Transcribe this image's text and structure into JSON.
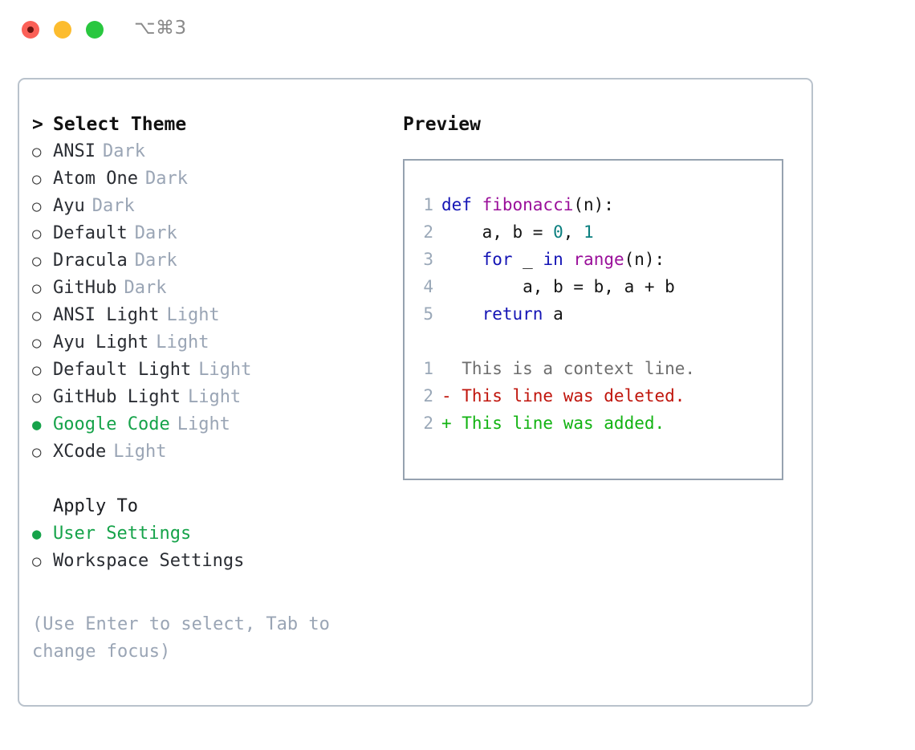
{
  "window": {
    "shortcut_label": "⌥⌘3",
    "traffic_lights": [
      "close-light",
      "minimize-light",
      "maximize-light"
    ]
  },
  "theme_picker": {
    "caret": ">",
    "heading": "Select Theme",
    "bullet_selected": "●",
    "bullet_unselected": "○",
    "items": [
      {
        "name": "ANSI",
        "variant": "Dark",
        "selected": false
      },
      {
        "name": "Atom One",
        "variant": "Dark",
        "selected": false
      },
      {
        "name": "Ayu",
        "variant": "Dark",
        "selected": false
      },
      {
        "name": "Default",
        "variant": "Dark",
        "selected": false
      },
      {
        "name": "Dracula",
        "variant": "Dark",
        "selected": false
      },
      {
        "name": "GitHub",
        "variant": "Dark",
        "selected": false
      },
      {
        "name": "ANSI Light",
        "variant": "Light",
        "selected": false
      },
      {
        "name": "Ayu Light",
        "variant": "Light",
        "selected": false
      },
      {
        "name": "Default Light",
        "variant": "Light",
        "selected": false
      },
      {
        "name": "GitHub Light",
        "variant": "Light",
        "selected": false
      },
      {
        "name": "Google Code",
        "variant": "Light",
        "selected": true
      },
      {
        "name": "XCode",
        "variant": "Light",
        "selected": false
      }
    ]
  },
  "apply_to": {
    "heading": "Apply To",
    "items": [
      {
        "label": "User Settings",
        "selected": true
      },
      {
        "label": "Workspace Settings",
        "selected": false
      }
    ]
  },
  "hint": "(Use Enter to select, Tab to change focus)",
  "preview": {
    "title": "Preview",
    "code_lines": [
      {
        "number": "1",
        "tokens": [
          {
            "text": "def ",
            "kind": "kw"
          },
          {
            "text": "fibonacci",
            "kind": "fn"
          },
          {
            "text": "(n):",
            "kind": "plain"
          }
        ]
      },
      {
        "number": "2",
        "tokens": [
          {
            "text": "    a, b = ",
            "kind": "plain"
          },
          {
            "text": "0",
            "kind": "num"
          },
          {
            "text": ", ",
            "kind": "plain"
          },
          {
            "text": "1",
            "kind": "num"
          }
        ]
      },
      {
        "number": "3",
        "tokens": [
          {
            "text": "    ",
            "kind": "plain"
          },
          {
            "text": "for",
            "kind": "kw"
          },
          {
            "text": " _ ",
            "kind": "plain"
          },
          {
            "text": "in",
            "kind": "kw"
          },
          {
            "text": " ",
            "kind": "plain"
          },
          {
            "text": "range",
            "kind": "fn"
          },
          {
            "text": "(n):",
            "kind": "plain"
          }
        ]
      },
      {
        "number": "4",
        "tokens": [
          {
            "text": "        a, b = b, a + b",
            "kind": "plain"
          }
        ]
      },
      {
        "number": "5",
        "tokens": [
          {
            "text": "    ",
            "kind": "plain"
          },
          {
            "text": "return",
            "kind": "kw"
          },
          {
            "text": " a",
            "kind": "plain"
          }
        ]
      }
    ],
    "diff_lines": [
      {
        "number": "1",
        "marker": " ",
        "text": " This is a context line.",
        "kind": "ctx"
      },
      {
        "number": "2",
        "marker": "-",
        "text": " This line was deleted.",
        "kind": "del"
      },
      {
        "number": "2",
        "marker": "+",
        "text": " This line was added.",
        "kind": "add"
      }
    ]
  },
  "colors": {
    "accent_green": "#16a34a",
    "muted": "#9aa5b5",
    "border": "#b9c2cc",
    "preview_border": "#96a2b0",
    "keyword": "#1414b5",
    "function": "#9a0f9a",
    "number": "#0b7f7f",
    "diff_added": "#12b312",
    "diff_deleted": "#c0150c",
    "diff_context": "#6e6e6e"
  }
}
